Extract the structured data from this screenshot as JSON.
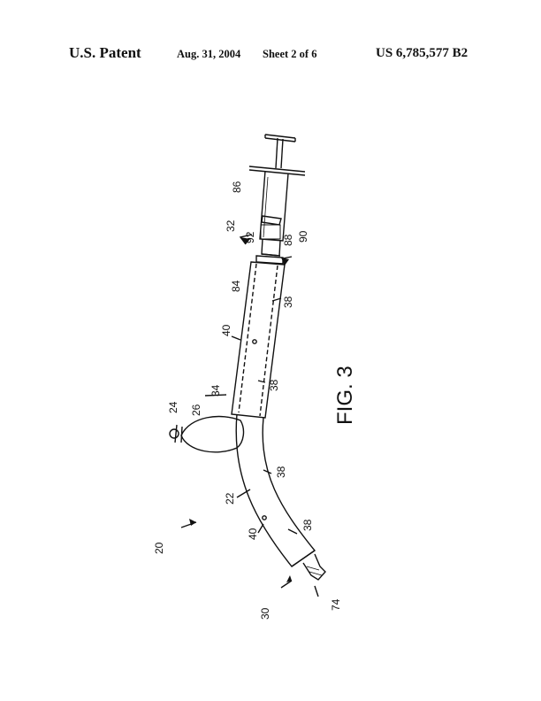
{
  "header": {
    "left": "U.S. Patent",
    "date": "Aug. 31, 2004",
    "sheet": "Sheet 2 of 6",
    "number": "US 6,785,577 B2"
  },
  "figure": {
    "title": "FIG. 3",
    "labels": {
      "l20": "20",
      "l22": "22",
      "l24": "24",
      "l26": "26",
      "l30": "30",
      "l32": "32",
      "l34": "34",
      "l38a": "38",
      "l38b": "38",
      "l38c": "38",
      "l38d": "38",
      "l40a": "40",
      "l40b": "40",
      "l74": "74",
      "l84": "84",
      "l86": "86",
      "l88": "88",
      "l90": "90",
      "l92": "92"
    }
  }
}
